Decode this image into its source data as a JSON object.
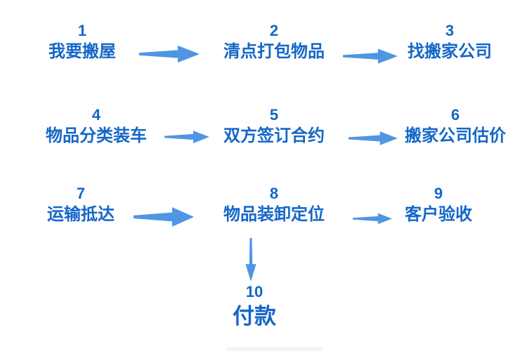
{
  "colors": {
    "step_text": "#1467C8",
    "arrow": "#4E96E3",
    "background": "#ffffff"
  },
  "steps": [
    {
      "number": "1",
      "label": "我要搬屋"
    },
    {
      "number": "2",
      "label": "清点打包物品"
    },
    {
      "number": "3",
      "label": "找搬家公司"
    },
    {
      "number": "4",
      "label": "物品分类装车"
    },
    {
      "number": "5",
      "label": "双方签订合约"
    },
    {
      "number": "6",
      "label": "搬家公司估价"
    },
    {
      "number": "7",
      "label": "运输抵达"
    },
    {
      "number": "8",
      "label": "物品装卸定位"
    },
    {
      "number": "9",
      "label": "客户验收"
    },
    {
      "number": "10",
      "label": "付款"
    }
  ],
  "arrows": [
    {
      "from": "1",
      "to": "2",
      "direction": "right"
    },
    {
      "from": "2",
      "to": "3",
      "direction": "right"
    },
    {
      "from": "4",
      "to": "5",
      "direction": "right"
    },
    {
      "from": "5",
      "to": "6",
      "direction": "right"
    },
    {
      "from": "7",
      "to": "8",
      "direction": "right"
    },
    {
      "from": "8",
      "to": "9",
      "direction": "right"
    },
    {
      "from": "8",
      "to": "10",
      "direction": "down"
    }
  ]
}
